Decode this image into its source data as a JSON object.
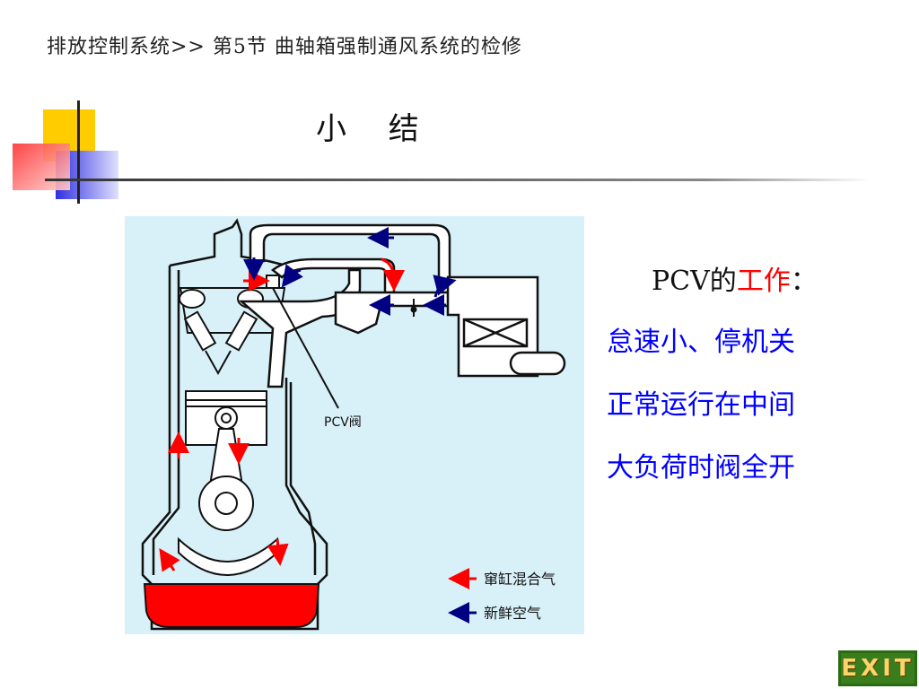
{
  "breadcrumb": "排放控制系统>> 第5节 曲轴箱强制通风系统的检修",
  "slide_title": "小 结",
  "diagram": {
    "valve_label": "PCV阀",
    "legend": [
      {
        "label": "窜缸混合气",
        "color": "#ff0000",
        "icon": "arrow-left-icon"
      },
      {
        "label": "新鲜空气",
        "color": "#000080",
        "icon": "arrow-left-icon"
      }
    ],
    "colors": {
      "background": "#d8f1f8",
      "oil": "#ff0000",
      "blowby_arrow": "#ff0000",
      "fresh_air_arrow": "#000080"
    }
  },
  "pcv_work": {
    "prefix": "PCV的",
    "highlight": "工作",
    "suffix": "："
  },
  "states": [
    "怠速小、停机关",
    "正常运行在中间",
    "大负荷时阀全开"
  ],
  "exit_label": "EXIT"
}
